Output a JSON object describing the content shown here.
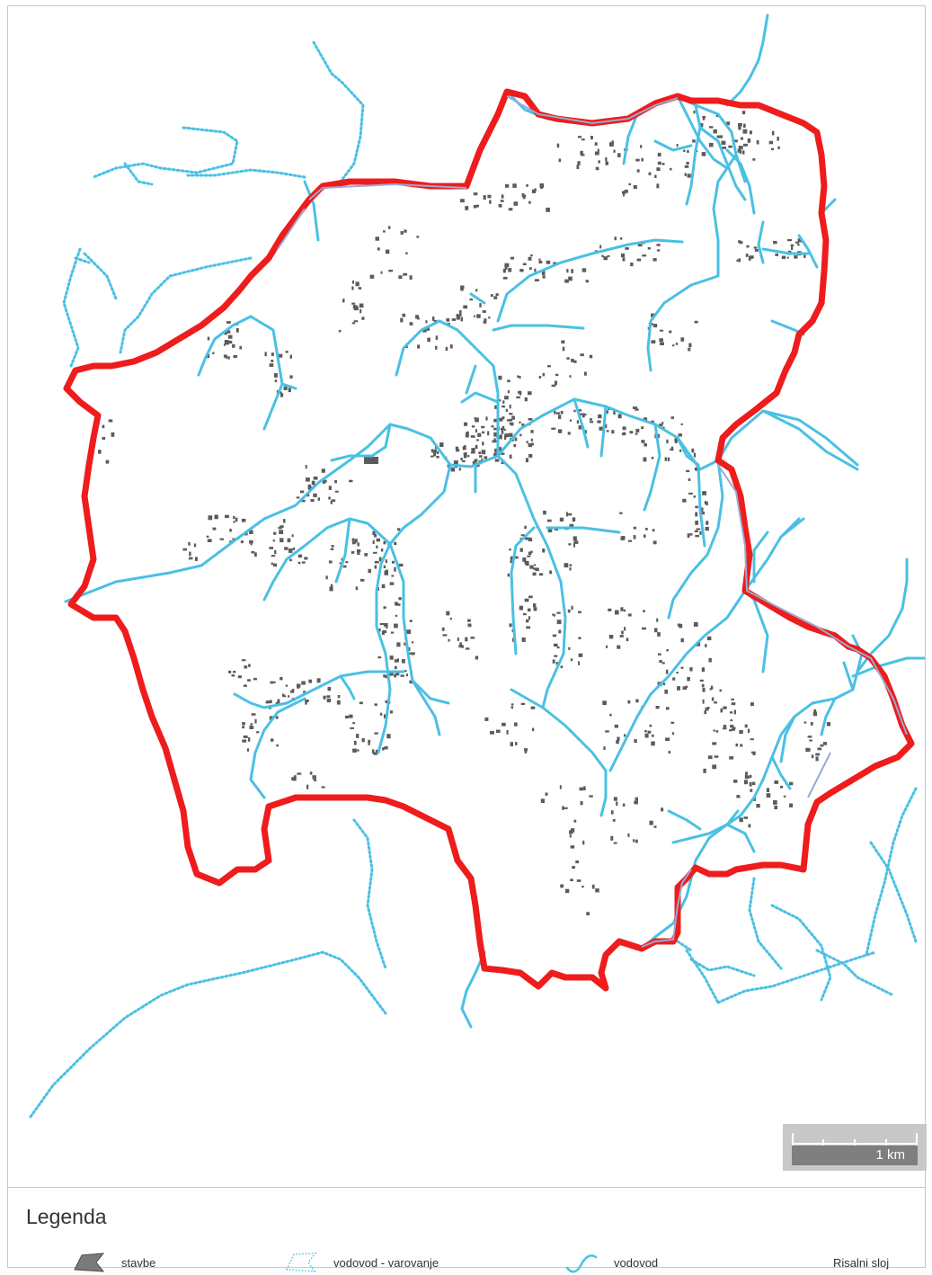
{
  "scalebar": {
    "label": "1 km"
  },
  "legend": {
    "title": "Legenda",
    "items": [
      {
        "label": "stavbe",
        "icon": "building-icon"
      },
      {
        "label": "vodovod - varovanje",
        "icon": "dotted-polygon-icon"
      },
      {
        "label": "vodovod",
        "icon": "wave-line-icon"
      },
      {
        "label": "Risalni sloj",
        "icon": "none"
      }
    ]
  },
  "colors": {
    "boundary": "#ee1c1c",
    "water_main": "#4ac0e4",
    "water_protection": "#4ac0e4",
    "buildings": "#5b5b5b",
    "scalebar_bg": "#c8c8c8",
    "scalebar_label_bg": "#7f7f7f"
  }
}
